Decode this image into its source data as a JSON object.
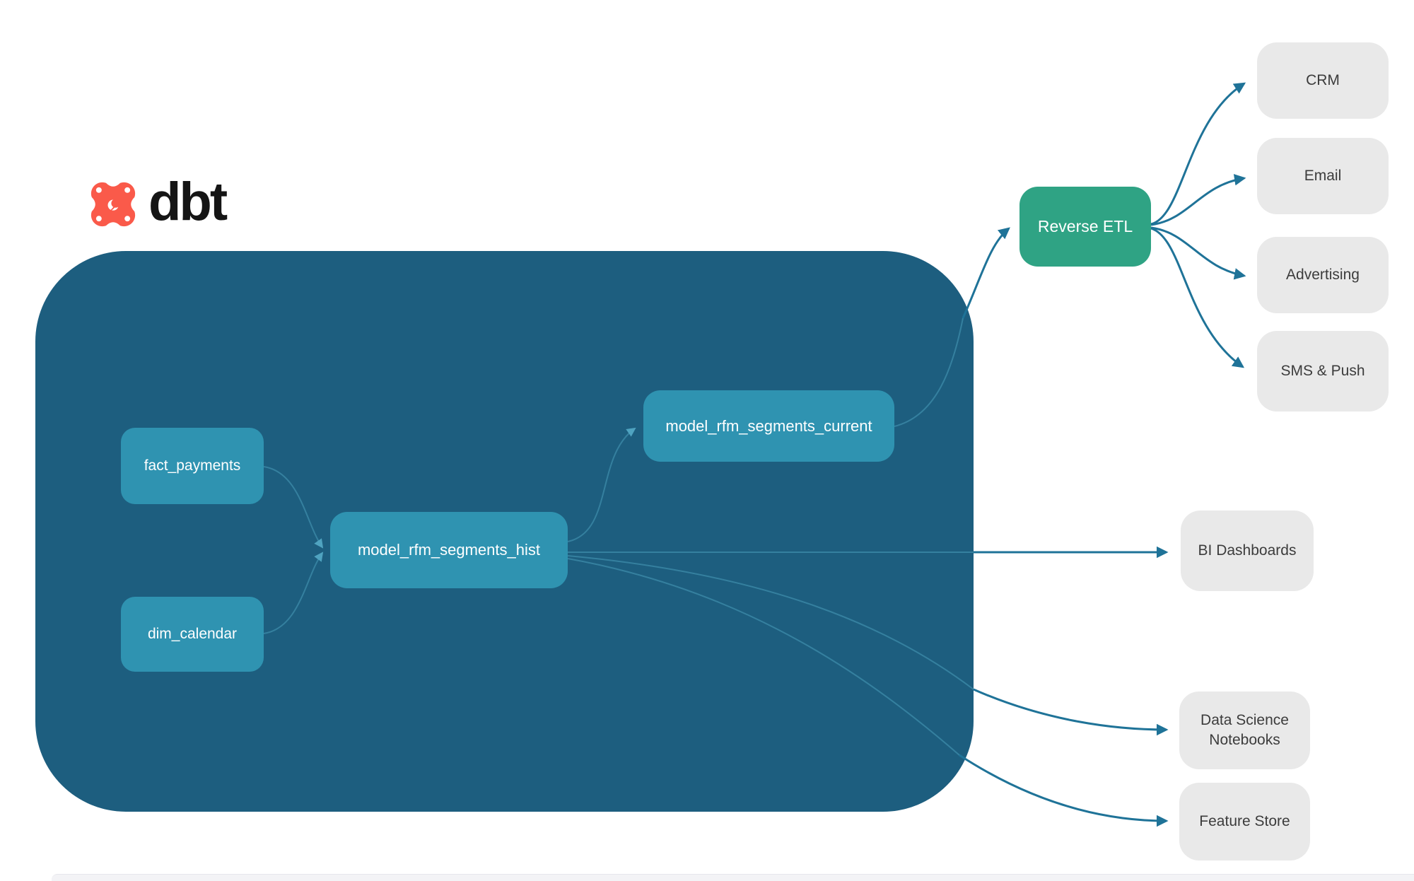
{
  "brand": {
    "name": "dbt"
  },
  "colors": {
    "container": "#1D5E7F",
    "model_node": "#2F93B1",
    "reverse_etl_node": "#2FA384",
    "destination_node": "#E9E9E9",
    "connector_outer": "#1F7398",
    "connector_inner": "#35809F",
    "logo_orange": "#FA5A4A"
  },
  "warehouse": {
    "sources": [
      {
        "label": "fact_payments"
      },
      {
        "label": "dim_calendar"
      }
    ],
    "models": [
      {
        "label": "model_rfm_segments_hist"
      },
      {
        "label": "model_rfm_segments_current"
      }
    ]
  },
  "activation": {
    "hub": {
      "label": "Reverse ETL"
    },
    "channels": [
      {
        "label": "CRM"
      },
      {
        "label": "Email"
      },
      {
        "label": "Advertising"
      },
      {
        "label": "SMS & Push"
      }
    ]
  },
  "analytics": [
    {
      "label": "BI Dashboards"
    },
    {
      "label": "Data Science Notebooks"
    },
    {
      "label": "Feature Store"
    }
  ]
}
